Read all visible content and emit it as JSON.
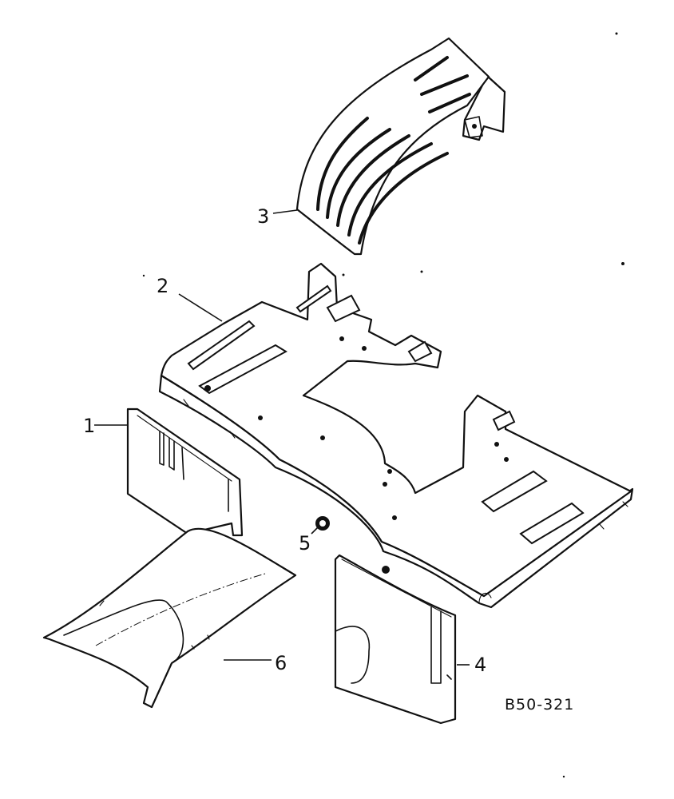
{
  "callouts": {
    "c1": "1",
    "c2": "2",
    "c3": "3",
    "c4": "4",
    "c5": "5",
    "c6": "6"
  },
  "reference_code": "B50-321"
}
